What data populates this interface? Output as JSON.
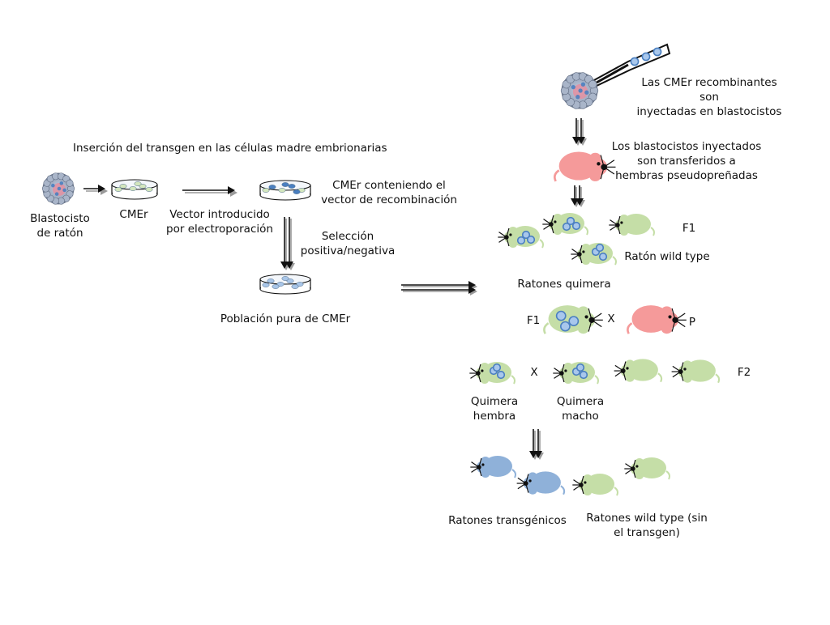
{
  "colors": {
    "wild_type": "#c5dea7",
    "transgenic": "#8fb1d9",
    "pseudopregnant": "#f59a9a",
    "cell_blue": "#4a7fc0",
    "embryo_inner": "#e38fa0",
    "outline": "#111111"
  },
  "icons": [
    "blastocyst-icon",
    "culture-dish-icon",
    "injection-pipette-icon",
    "mouse-icon",
    "arrow-icon"
  ],
  "left": {
    "title": "Inserción del transgen en las células madre embrionarias",
    "blastocyst": "Blastocisto\nde ratón",
    "cmer": "CMEr",
    "vector": "Vector  introducido\npor  electroporación",
    "cmer_vector": "CMEr  conteniendo el\nvector de recombinación",
    "selection": "Selección\npositiva/negativa",
    "pure_population": "Población pura de CMEr"
  },
  "right": {
    "injection": "Las CMEr  recombinantes son\ninyectadas en blastocistos",
    "transfer": "Los blastocistos inyectados\nson transferidos a\nhembras pseudopreñadas",
    "f1_top": "F1",
    "wild_type": "Ratón wild type",
    "chimeras": "Ratones quimera",
    "f1_cross": "F1",
    "x1": "X",
    "p": "P",
    "x2": "X",
    "f2": "F2",
    "female_chimera": "Quimera\nhembra",
    "male_chimera": "Quimera\nmacho",
    "transgenic": "Ratones transgénicos",
    "wild_type_no_transgene": "Ratones wild type (sin\nel transgen)"
  }
}
